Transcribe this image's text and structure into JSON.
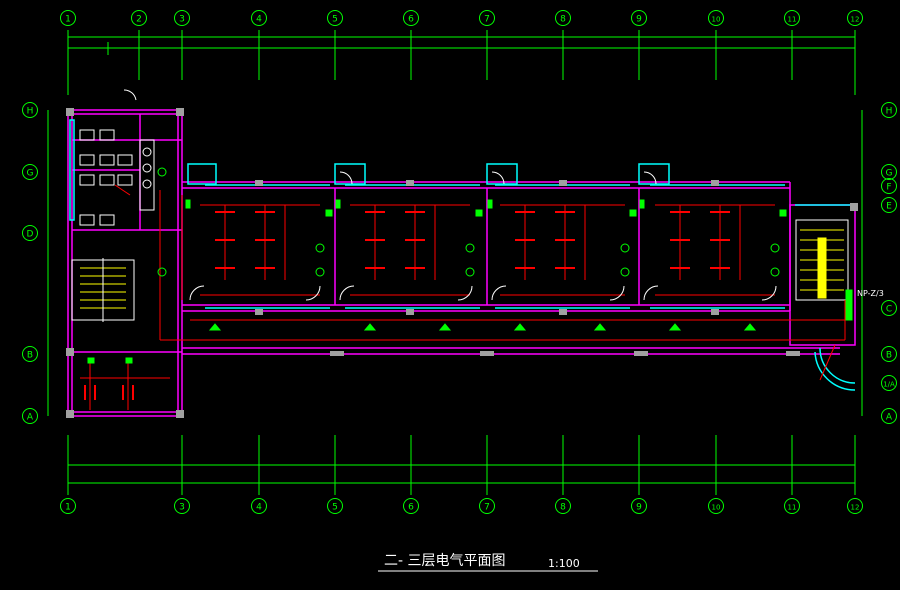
{
  "title": "二- 三层电气平面图",
  "scale": "1:100",
  "grid_top": [
    "1",
    "2",
    "3",
    "4",
    "5",
    "6",
    "7",
    "8",
    "9",
    "10",
    "11",
    "12"
  ],
  "grid_bottom": [
    "1",
    "3",
    "4",
    "5",
    "6",
    "7",
    "8",
    "9",
    "10",
    "11",
    "12"
  ],
  "grid_left": [
    "H",
    "G",
    "D",
    "B",
    "A"
  ],
  "grid_right": [
    "H",
    "G",
    "F",
    "E",
    "C",
    "B",
    "1/A",
    "A"
  ],
  "panel_label": "NP-Z/3",
  "colors": {
    "background": "#000000",
    "axis": "#00ff00",
    "wall": "#ff00ff",
    "window": "#00ffff",
    "wiring": "#ff0000",
    "fixture": "#00ff00",
    "column": "#a0a0a0",
    "stair": "#ffff00",
    "text": "#ffffff"
  }
}
